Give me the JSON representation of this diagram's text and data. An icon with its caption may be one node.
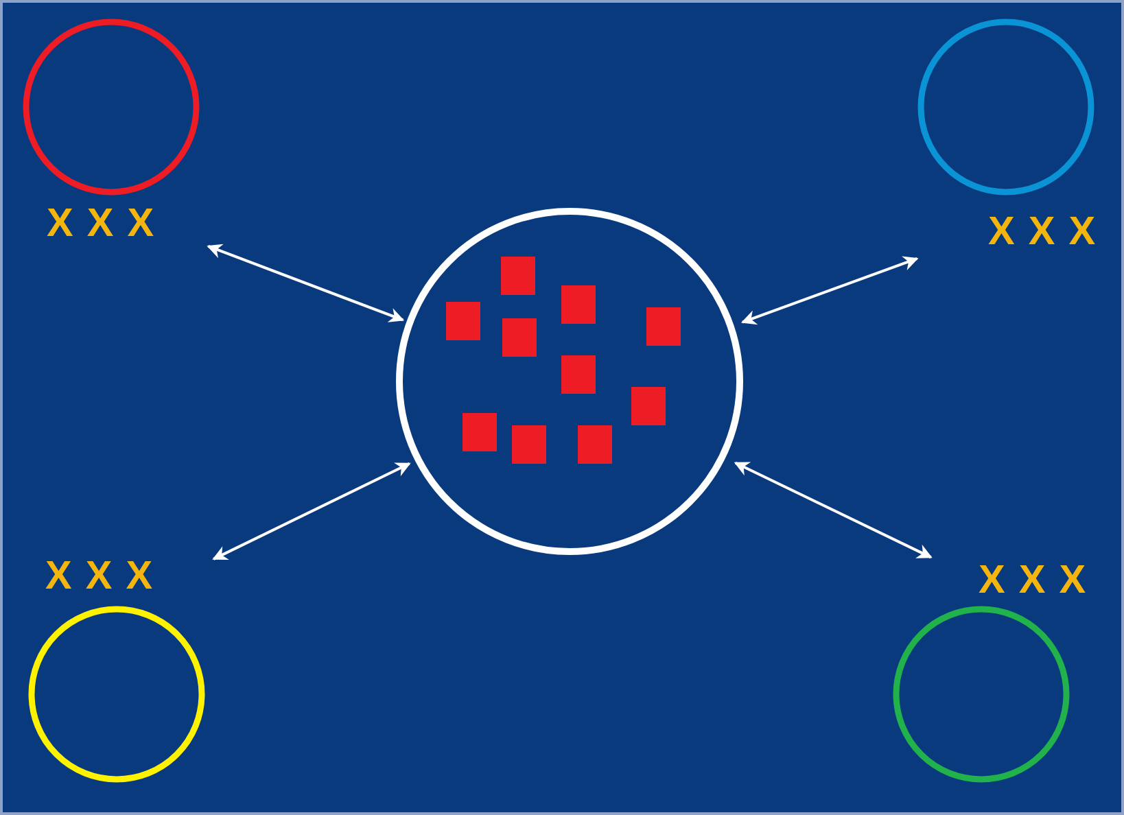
{
  "diagram": {
    "nodes": [
      {
        "text": [
          "X X X"
        ]
      },
      {
        "text": [
          "X X X"
        ]
      },
      {
        "text": [],
        "shape": "circle"
      },
      {
        "text": [
          "X X X"
        ]
      },
      {
        "text": [
          "X X X"
        ]
      }
    ],
    "edges": [
      {
        "from": 0,
        "to": 2,
        "arrow": "both"
      },
      {
        "from": 2,
        "to": 1,
        "arrow": "both"
      },
      {
        "from": 3,
        "to": 2,
        "arrow": "both"
      },
      {
        "from": 2,
        "to": 4,
        "arrow": "both"
      }
    ]
  }
}
